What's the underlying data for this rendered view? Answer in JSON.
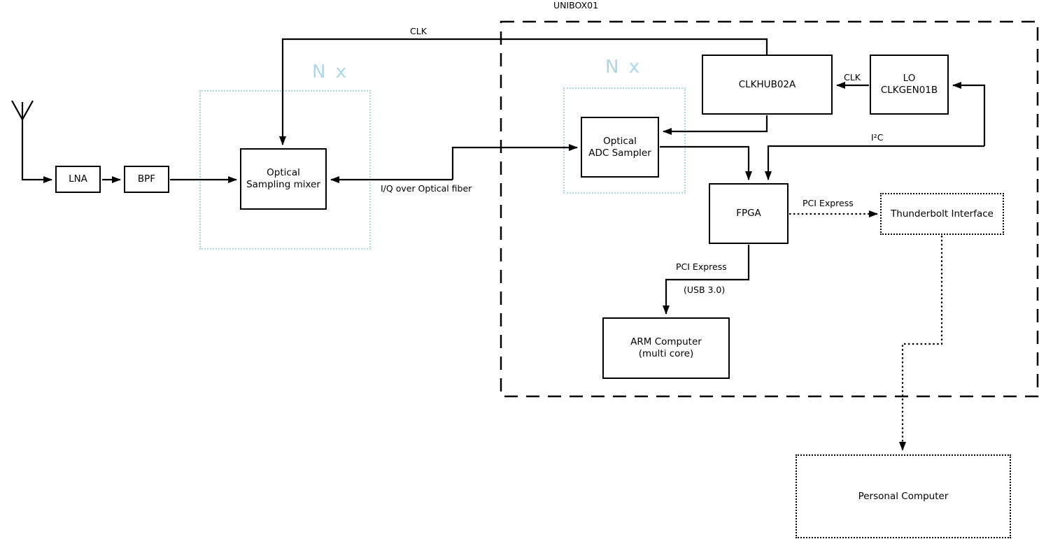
{
  "diagram": {
    "container_label": "UNIBOX01",
    "nx_label_1": "N x",
    "nx_label_2": "N x",
    "accent_blue": "#aed6e8",
    "line_color": "#000000"
  },
  "blocks": {
    "lna": {
      "label": "LNA"
    },
    "bpf": {
      "label": "BPF"
    },
    "mixer": {
      "label": "Optical\nSampling mixer"
    },
    "adc": {
      "label": "Optical\nADC Sampler"
    },
    "clkhub": {
      "label": "CLKHUB02A"
    },
    "lo": {
      "label": "LO\nCLKGEN01B"
    },
    "fpga": {
      "label": "FPGA"
    },
    "thunderbolt": {
      "label": "Thunderbolt Interface"
    },
    "arm": {
      "label": "ARM Computer\n(multi core)"
    },
    "pc": {
      "label": "Personal Computer"
    }
  },
  "edge_labels": {
    "clk_top": "CLK",
    "clk_mid": "CLK",
    "iq_fiber": "I/Q over Optical fiber",
    "i2c": "I²C",
    "pci_express_right": "PCI Express",
    "pci_express_down": "PCI Express",
    "usb": "(USB 3.0)"
  }
}
